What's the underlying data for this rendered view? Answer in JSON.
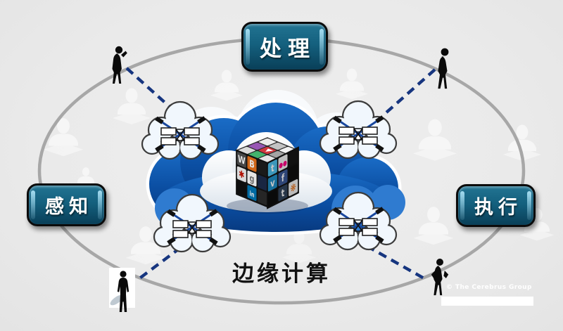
{
  "nodes": {
    "top": {
      "label": "处理"
    },
    "left": {
      "label": "感知"
    },
    "right": {
      "label": "执行"
    }
  },
  "caption": {
    "text": "边缘计算"
  },
  "footer": {
    "copyright": "© The Cerebrus Group"
  },
  "links": [
    {
      "from": "person-top-left",
      "to": "edge-cloud-top-left",
      "style": "dashed"
    },
    {
      "from": "person-top-right",
      "to": "edge-cloud-top-right",
      "style": "dashed"
    },
    {
      "from": "person-bottom-left",
      "to": "edge-cloud-bottom-left",
      "style": "dashed"
    },
    {
      "from": "person-bottom-right",
      "to": "edge-cloud-bottom-right",
      "style": "dashed"
    }
  ],
  "colors": {
    "background": "#ebebeb",
    "node_fill": "#14607e",
    "node_border": "#0b0b0b",
    "node_text": "#ffffff",
    "dashed_link": "#16357f",
    "orbit_ellipse": "#a7a7a7",
    "cloud_dark_blue": "#0b4ea2",
    "cloud_mid_blue": "#2f7bd0",
    "cloud_white": "#ffffff",
    "caption_text": "#121212",
    "silhouette": "#0a0a0a"
  },
  "cube": {
    "top": [
      {
        "c": "#e9e9e9"
      },
      {
        "c": "#8e44ad"
      },
      {
        "c": "#d7d7d7"
      },
      {
        "c": "#bdbdbd"
      },
      {
        "c": "#cc2027",
        "t": "▶",
        "tc": "#ffffff"
      },
      {
        "c": "#2eab5c"
      },
      {
        "c": "#f1f1f1"
      },
      {
        "c": "#9a9a9a"
      },
      {
        "c": "#e3e3e3"
      }
    ],
    "left": [
      {
        "c": "#4f4f4f",
        "t": "W",
        "tc": "#ffffff"
      },
      {
        "c": "#e8731c",
        "t": "B",
        "tc": "#ffffff"
      },
      {
        "c": "#1e1e1e"
      },
      {
        "c": "#f3f3f3",
        "t": "✱",
        "tc": "#c41200"
      },
      {
        "c": "#ffffff",
        "t": "g",
        "tc": "#7a7a7a"
      },
      {
        "c": "#1c2b4a"
      },
      {
        "c": "#101010"
      },
      {
        "c": "#0077b5",
        "t": "in",
        "tc": "#ffffff"
      },
      {
        "c": "#2b2b2b"
      }
    ],
    "right": [
      {
        "c": "#4ec2f0",
        "t": "t",
        "tc": "#ffffff"
      },
      {
        "c": "#f5f5f5",
        "t": "●●",
        "tc": "#ff0084"
      },
      {
        "c": "#161616"
      },
      {
        "c": "#1f90c8",
        "t": "v",
        "tc": "#ffffff"
      },
      {
        "c": "#3b5998",
        "t": "f",
        "tc": "#ffffff"
      },
      {
        "c": "#101010"
      },
      {
        "c": "#0d0d0d"
      },
      {
        "c": "#34465d",
        "t": "t",
        "tc": "#ffffff"
      },
      {
        "c": "#f0f0f0",
        "t": "❋",
        "tc": "#e8731c"
      }
    ]
  }
}
